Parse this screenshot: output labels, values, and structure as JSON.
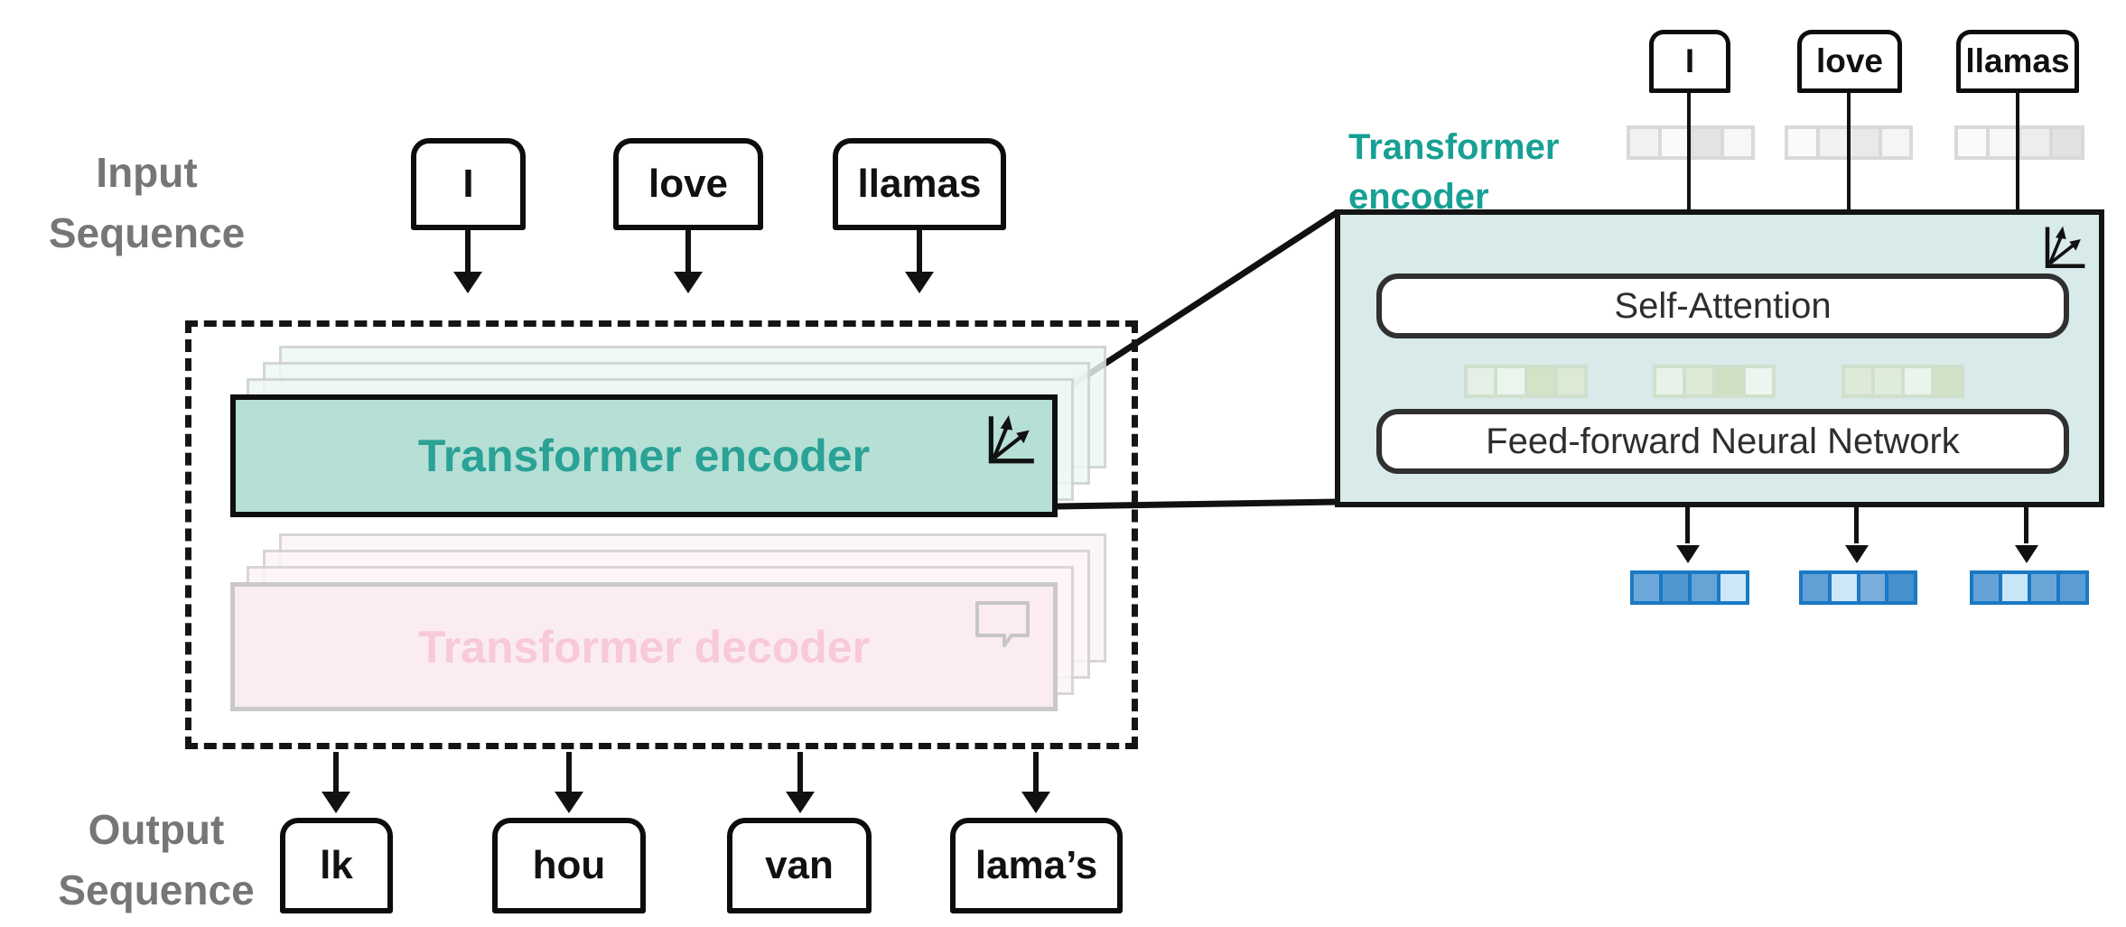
{
  "left": {
    "input_label": "Input Sequence",
    "output_label": "Output Sequence",
    "input_tokens": [
      "I",
      "love",
      "llamas"
    ],
    "output_tokens": [
      "lk",
      "hou",
      "van",
      "lama’s"
    ],
    "encoder_label": "Transformer encoder",
    "decoder_label": "Transformer decoder"
  },
  "right": {
    "panel_label": "Transformer encoder",
    "tokens": [
      "I",
      "love",
      "llamas"
    ],
    "self_attention_label": "Self-Attention",
    "ffn_label": "Feed-forward Neural Network"
  },
  "icons": {
    "encoder_corner": "expand-axis-arrows",
    "decoder_corner": "speech-bubble"
  },
  "colors": {
    "label_gray": "#767676",
    "encoder_fill": "#b6dfd6",
    "encoder_text": "#2aa296",
    "decoder_fill": "#fbecf2",
    "decoder_text": "#f7c9d9",
    "panel_fill": "#d9eaea",
    "panel_label_teal": "#17a094",
    "blue_strip_border": "#1a79c4",
    "line_black": "#111111"
  },
  "embeddings": {
    "gray": [
      [
        "#f2f2f2",
        "#fafafa",
        "#e3e3e3",
        "#f7f7f7"
      ],
      [
        "#fafafa",
        "#f2f2f2",
        "#e9e9e9",
        "#f5f5f5"
      ],
      [
        "#fafafa",
        "#f7f7f7",
        "#ededed",
        "#e2e2e2"
      ]
    ],
    "green": [
      [
        "#e4f0e5",
        "#eaf5ee",
        "#d2e3c8",
        "#dcead5"
      ],
      [
        "#e7f3e9",
        "#dcead6",
        "#cfe0c3",
        "#ecf5ee"
      ],
      [
        "#dcead7",
        "#dfecd9",
        "#e9f4ec",
        "#d2e2c8"
      ]
    ],
    "blue": [
      [
        "#6ba8d9",
        "#4f97d0",
        "#66a4d6",
        "#cde7f9"
      ],
      [
        "#61a0d4",
        "#cde7f9",
        "#7aaeda",
        "#4590cd"
      ],
      [
        "#64a2d5",
        "#cae5f8",
        "#6aa7d8",
        "#5b9dd3"
      ]
    ]
  }
}
